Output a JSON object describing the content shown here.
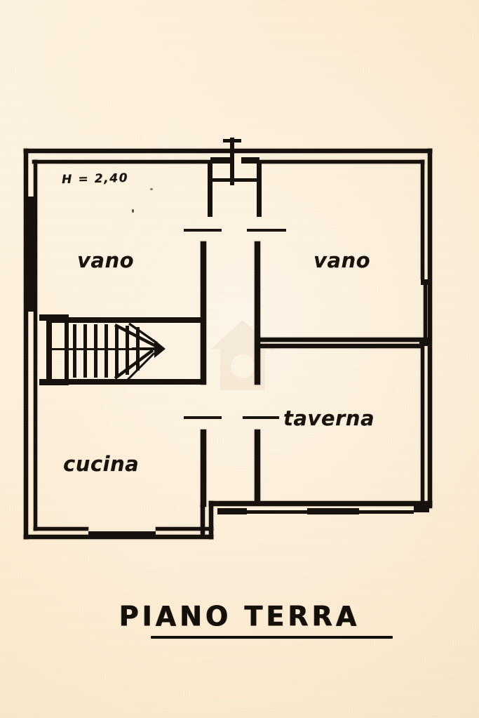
{
  "document": {
    "kind": "architectural-floor-plan",
    "title": "PIANO TERRA",
    "language": "it"
  },
  "annotations": {
    "ceiling_height": "H = 2,40"
  },
  "rooms": [
    {
      "id": "vano-left",
      "label": "vano"
    },
    {
      "id": "vano-right",
      "label": "vano"
    },
    {
      "id": "taverna",
      "label": "taverna"
    },
    {
      "id": "cucina",
      "label": "cucina"
    }
  ],
  "features": {
    "staircase": {
      "name": "staircase",
      "treads": 7,
      "direction": "up-right"
    },
    "watermark": {
      "name": "house-watermark"
    }
  },
  "colors": {
    "paper": "#fbeace",
    "ink": "#15100c",
    "paper_shadow": "#e8cea c"
  }
}
